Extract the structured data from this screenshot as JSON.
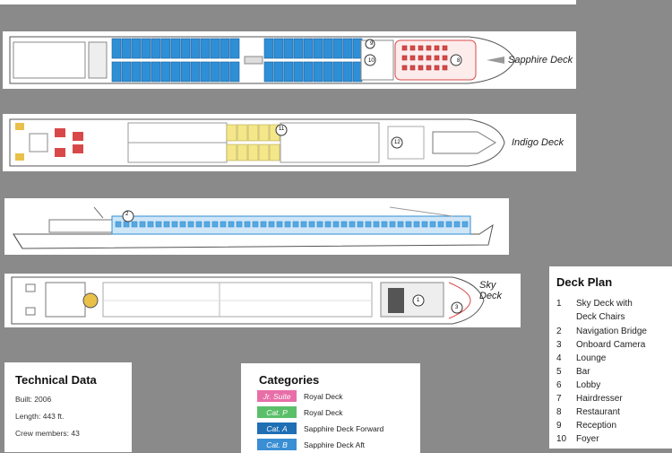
{
  "decks": {
    "sapphire": "Sapphire Deck",
    "indigo": "Indigo Deck",
    "sky": "Sky Deck"
  },
  "markers": [
    "9",
    "10",
    "8",
    "11",
    "12",
    "2",
    "1",
    "3"
  ],
  "technical": {
    "title": "Technical Data",
    "lines": [
      "Built: 2006",
      "Length: 443 ft.",
      "Crew members: 43"
    ]
  },
  "categories": {
    "title": "Categories",
    "items": [
      {
        "badge": "Jr. Suite",
        "label": "Royal Deck",
        "color": "#e86ea8"
      },
      {
        "badge": "Cat. P",
        "label": "Royal Deck",
        "color": "#5bbf6a"
      },
      {
        "badge": "Cat. A",
        "label": "Sapphire Deck Forward",
        "color": "#1f6fb5"
      },
      {
        "badge": "Cat. B",
        "label": "Sapphire Deck Aft",
        "color": "#3a8ed4"
      }
    ]
  },
  "plan": {
    "title": "Deck Plan",
    "items": [
      {
        "num": "1",
        "label": "Sky Deck with"
      },
      {
        "num": "",
        "label": "Deck Chairs"
      },
      {
        "num": "2",
        "label": "Navigation Bridge"
      },
      {
        "num": "3",
        "label": "Onboard Camera"
      },
      {
        "num": "4",
        "label": "Lounge"
      },
      {
        "num": "5",
        "label": "Bar"
      },
      {
        "num": "6",
        "label": "Lobby"
      },
      {
        "num": "7",
        "label": "Hairdresser"
      },
      {
        "num": "8",
        "label": "Restaurant"
      },
      {
        "num": "9",
        "label": "Reception"
      },
      {
        "num": "10",
        "label": "Foyer"
      }
    ]
  },
  "colors": {
    "cabin_blue": "#2f8fd6",
    "cabin_yellow": "#f3e78a",
    "restaurant_red": "#d94848",
    "hull_line": "#555555"
  }
}
